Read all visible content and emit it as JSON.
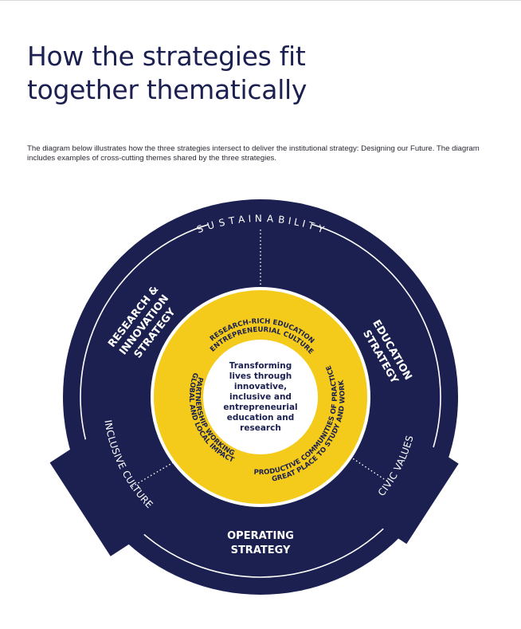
{
  "header": {
    "title_line1": "How the strategies fit",
    "title_line2": "together thematically"
  },
  "intro_text": "The diagram below illustrates how the three strategies intersect to deliver the institutional strategy: Designing our Future. The diagram includes examples of cross-cutting themes shared by the three strategies.",
  "colors": {
    "navy": "#1b2050",
    "yellow": "#f4cb1b",
    "white": "#ffffff"
  },
  "diagram": {
    "rim_labels": {
      "top": "SUSTAINABILITY",
      "left": "INCLUSIVE CULTURE",
      "right": "CIVIC VALUES"
    },
    "sectors": {
      "research": [
        "RESEARCH &",
        "INNOVATION",
        "STRATEGY"
      ],
      "education": [
        "EDUCATION",
        "STRATEGY"
      ],
      "operating": [
        "OPERATING",
        "STRATEGY"
      ]
    },
    "themes": {
      "top": [
        "RESEARCH-RICH EDUCATION",
        "ENTREPRENEURIAL CULTURE"
      ],
      "left": [
        "GLOBAL AND LOCAL IMPACT",
        "PARTNERSHIP WORKING"
      ],
      "right": [
        "GREAT PLACE TO STUDY AND WORK",
        "PRODUCTIVE COMMUNITIES OF PRACTICE"
      ]
    },
    "center": [
      "Transforming",
      "lives through",
      "innovative,",
      "inclusive and",
      "entrepreneurial",
      "education and",
      "research"
    ]
  }
}
